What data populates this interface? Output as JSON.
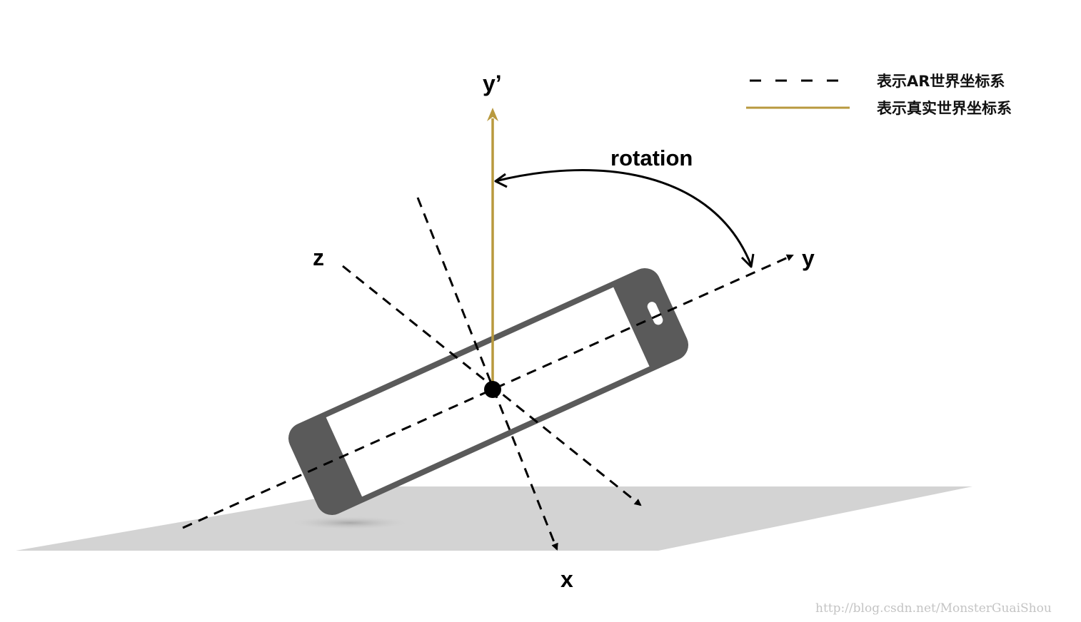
{
  "labels": {
    "y_prime": "y’",
    "y": "y",
    "z": "z",
    "x": "x",
    "rotation": "rotation"
  },
  "legend": [
    {
      "style": "dashed",
      "text": "表示AR世界坐标系"
    },
    {
      "style": "solid",
      "text": "表示真实世界坐标系"
    }
  ],
  "watermark": "http://blog.csdn.net/MonsterGuaiShou",
  "colors": {
    "real_axis": "#B8993E",
    "ar_axis": "#000000",
    "phone_body": "#5A5A5A",
    "phone_screen": "#FFFFFF",
    "ground": "#D3D3D3"
  },
  "icons": [
    "phone-icon"
  ]
}
